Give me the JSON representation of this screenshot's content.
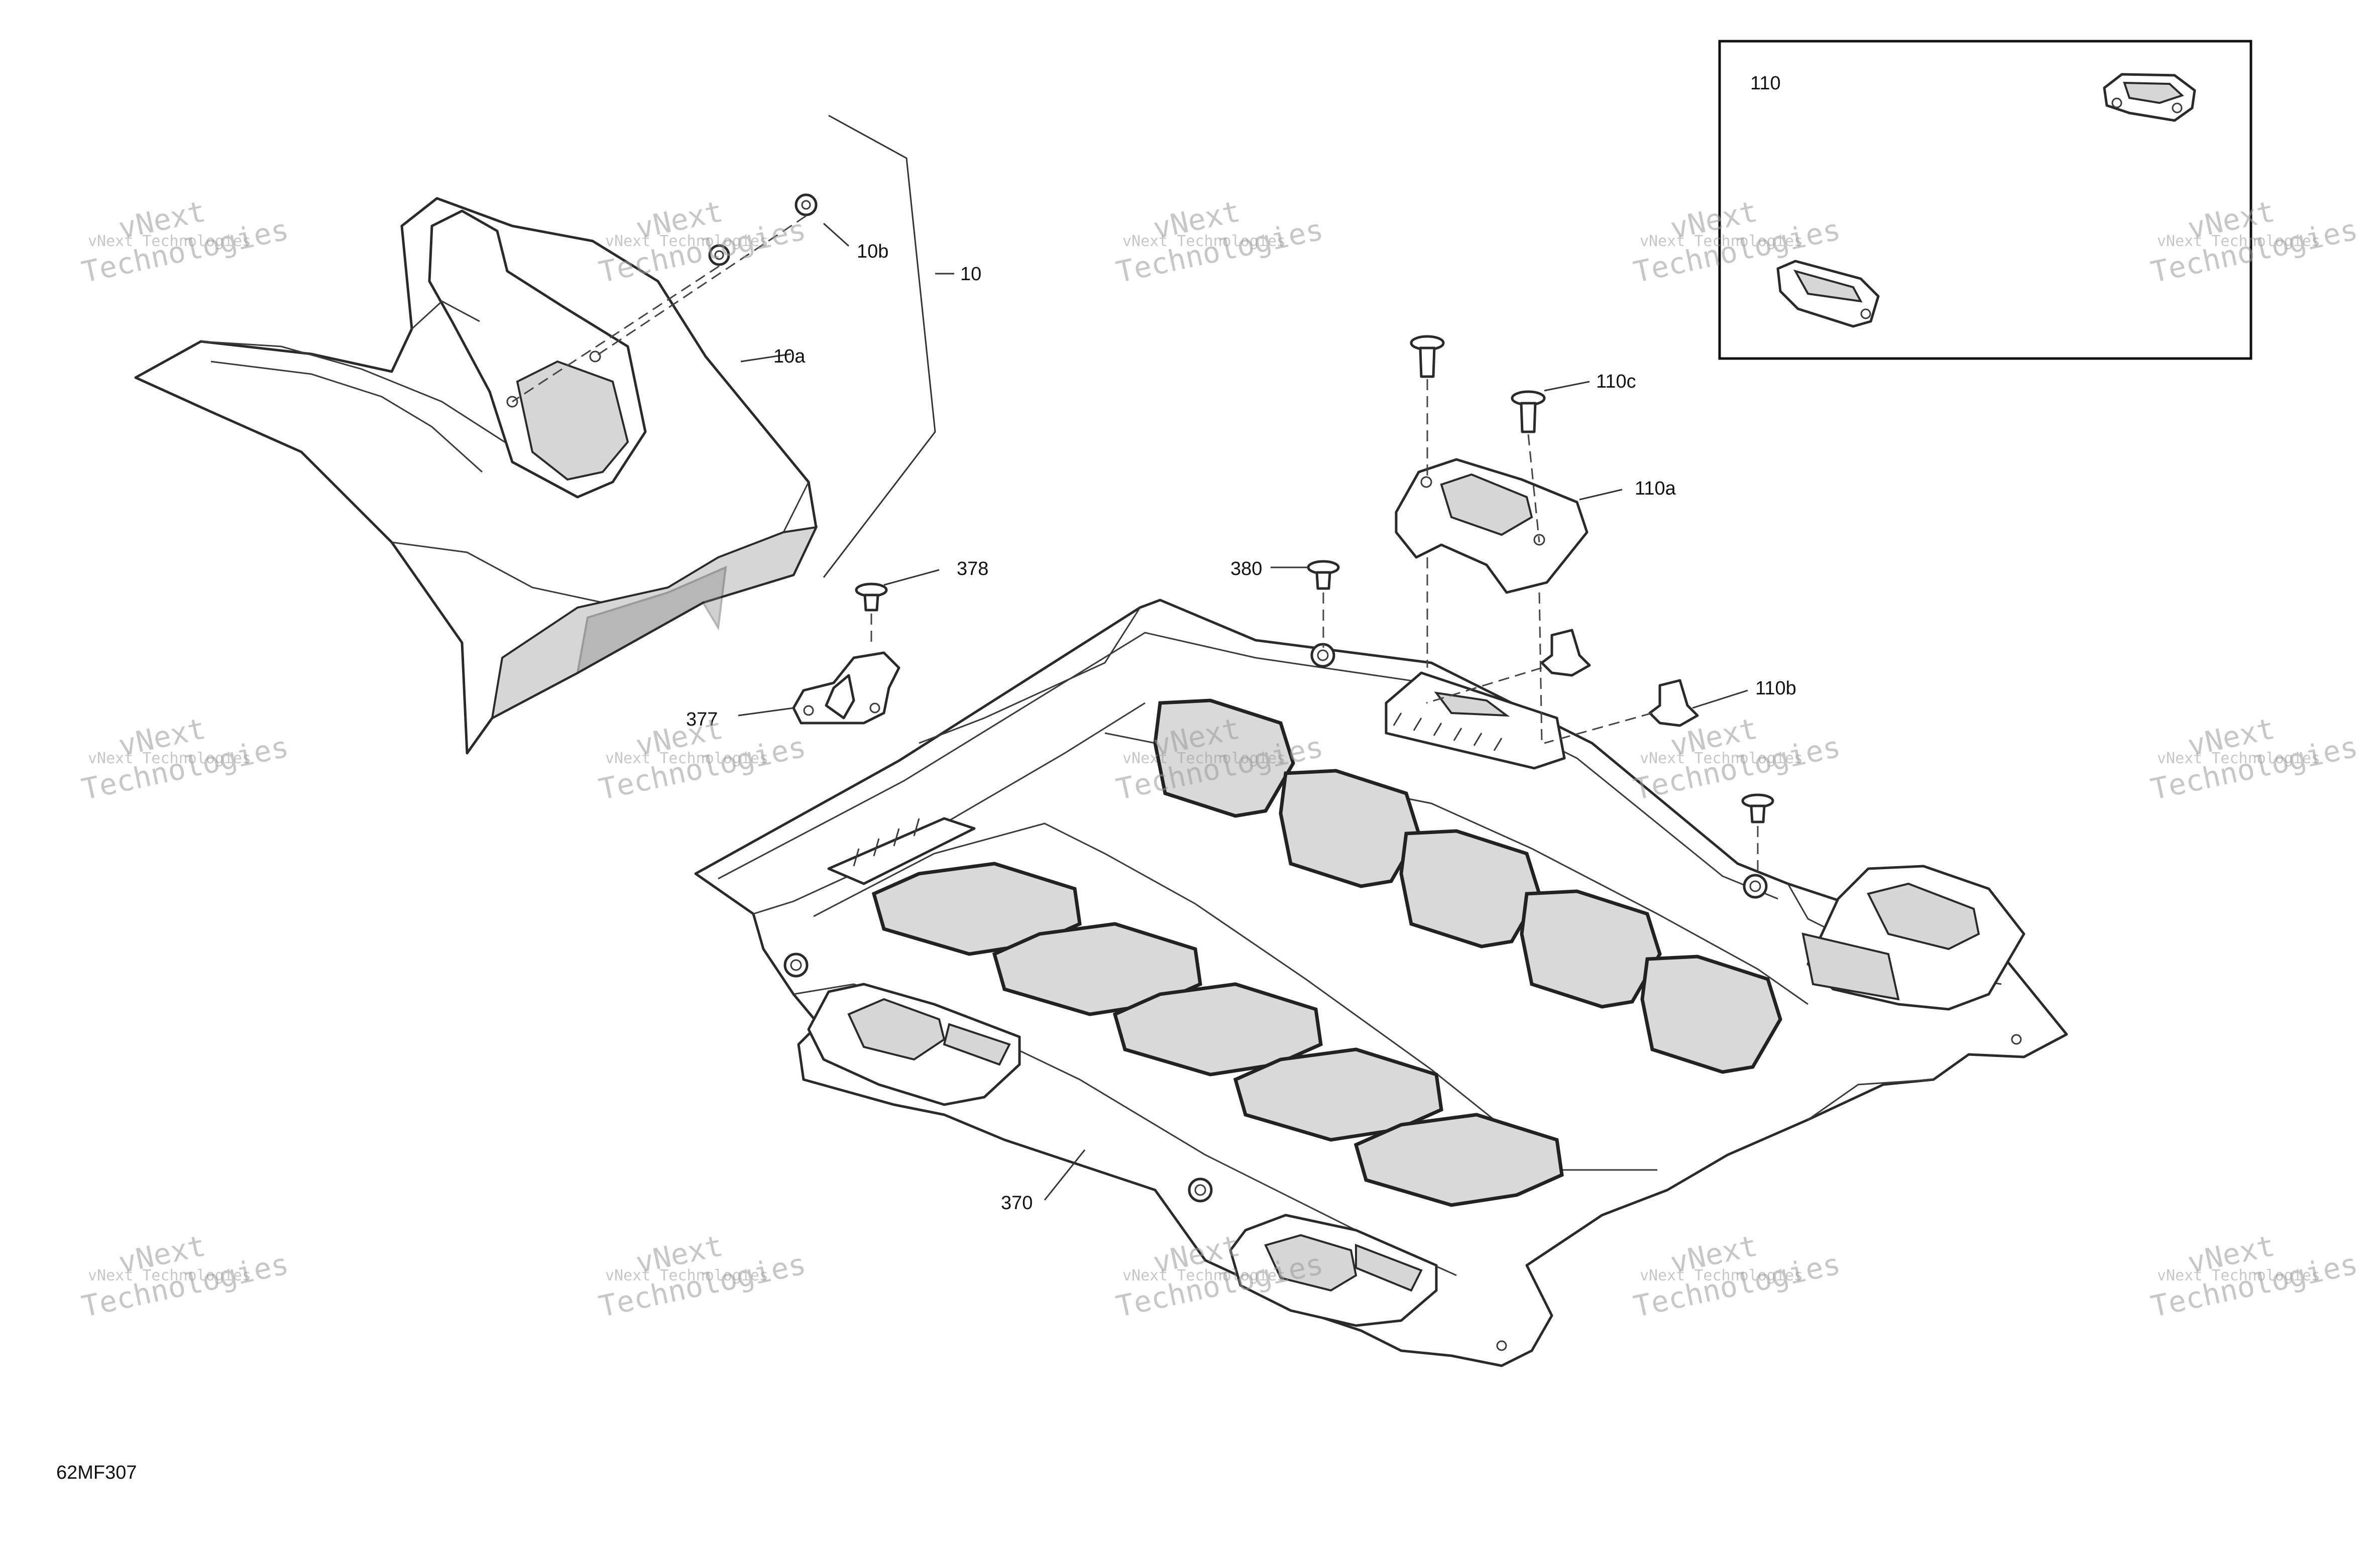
{
  "diagram_id": "62MF307",
  "callouts": {
    "c10": "10",
    "c10a": "10a",
    "c10b": "10b",
    "c110": "110",
    "c110a": "110a",
    "c110b": "110b",
    "c110c": "110c",
    "c370": "370",
    "c377": "377",
    "c378": "378",
    "c380": "380"
  },
  "watermark": {
    "line_small": "vNext Technologies",
    "line_big_1": "vNext",
    "line_big_2": "Technologies"
  }
}
